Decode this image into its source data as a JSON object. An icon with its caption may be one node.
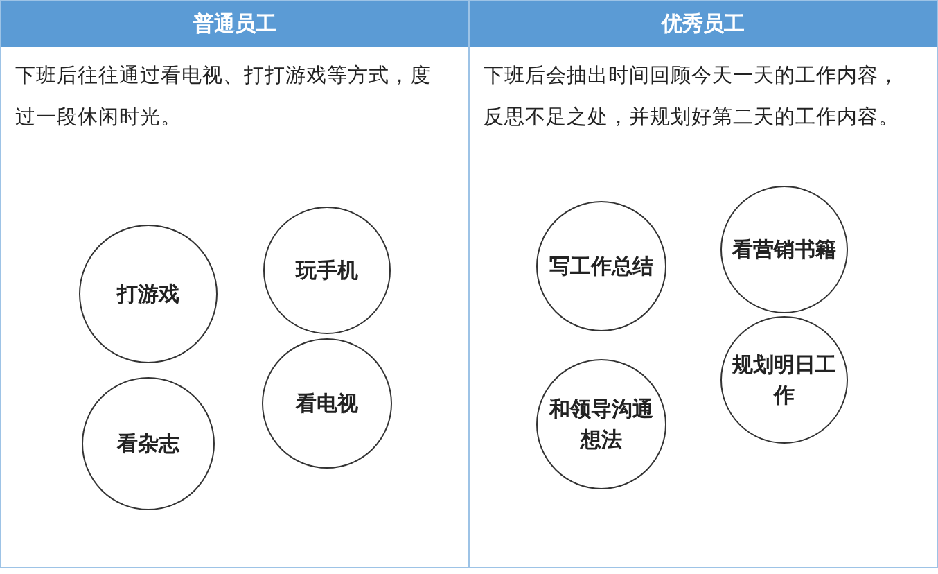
{
  "diagram": {
    "nodes": [
      {
        "text": [
          "普通员工",
          "下班后往往通过看电视、打打游戏等方式，度过一段休闲时光。"
        ]
      },
      {
        "text": [
          "玩手机"
        ],
        "in": 0
      },
      {
        "text": [
          "打游戏"
        ],
        "in": 0
      },
      {
        "text": [
          "看电视"
        ],
        "in": 0
      },
      {
        "text": [
          "看杂志"
        ],
        "in": 0
      },
      {
        "text": [
          "优秀员工",
          "下班后会抽出时间回顾今天一天的工作内容，反思不足之处，并规划好第二天的工作内容。"
        ]
      },
      {
        "text": [
          "看营销书籍"
        ],
        "in": 5
      },
      {
        "text": [
          "写工作总结"
        ],
        "in": 5
      },
      {
        "text": [
          "规划明日工作"
        ],
        "in": 5
      },
      {
        "text": [
          "和领导沟通想法"
        ],
        "in": 5
      }
    ],
    "edges": []
  }
}
